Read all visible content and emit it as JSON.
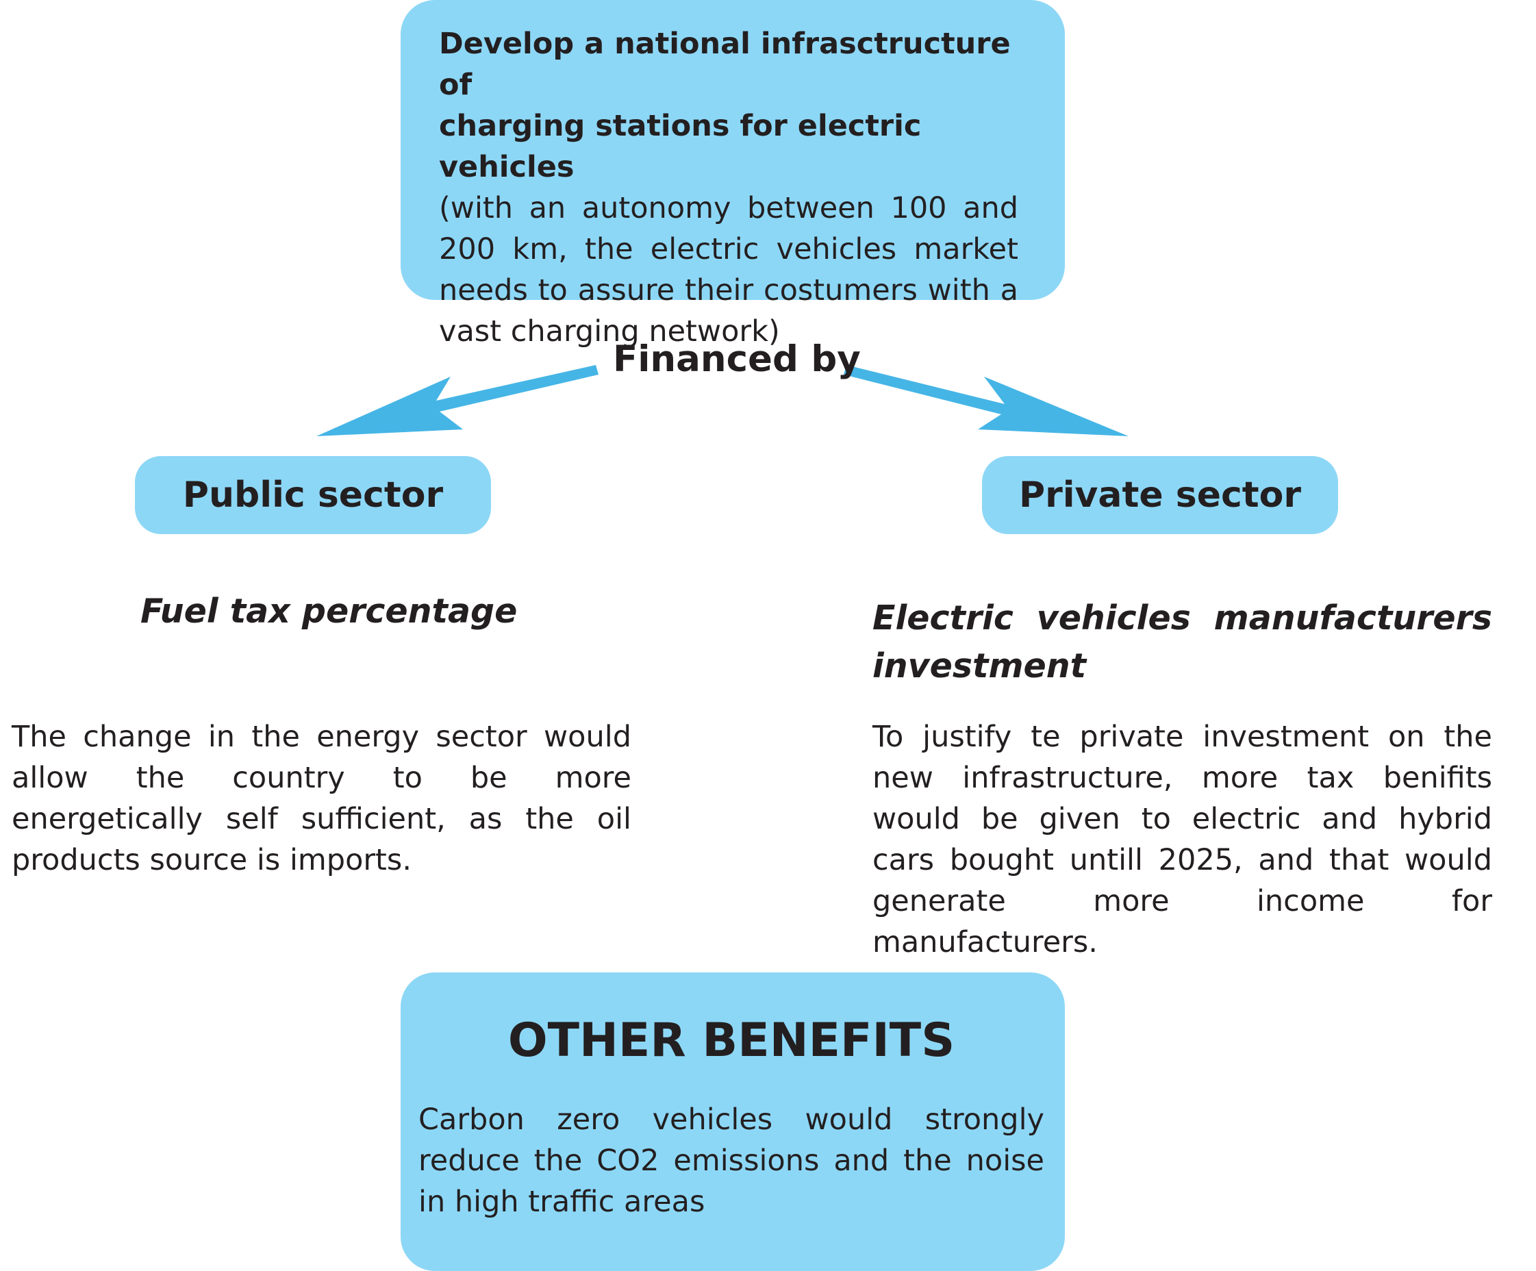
{
  "top_box": {
    "heading_line1": "Develop a national infrasctructure of",
    "heading_line2": "charging stations for electric vehicles",
    "body": "(with an autonomy between 100 and 200 km, the electric vehicles market needs to assure their costumers with a vast charging network)"
  },
  "connector": {
    "label": "Financed by"
  },
  "public": {
    "title": "Public sector",
    "subtitle": "Fuel tax percentage",
    "text": "The change in the energy sector would allow the country to be more energetically self sufficient, as the oil products source is imports."
  },
  "private": {
    "title": "Private sector",
    "subtitle": "Electric vehicles manufacturers investment",
    "text": "To justify te private investment on the new infrastructure, more tax benifits would be given to electric and hybrid cars bought untill 2025, and that would generate more income for manufacturers."
  },
  "bottom_box": {
    "title": "OTHER BENEFITS",
    "body": "Carbon zero vehicles would strongly reduce the CO2 emissions and the noise in high traffic areas"
  },
  "colors": {
    "box_fill": "#8dd7f6",
    "arrow": "#45b5e6",
    "text": "#231f20"
  }
}
